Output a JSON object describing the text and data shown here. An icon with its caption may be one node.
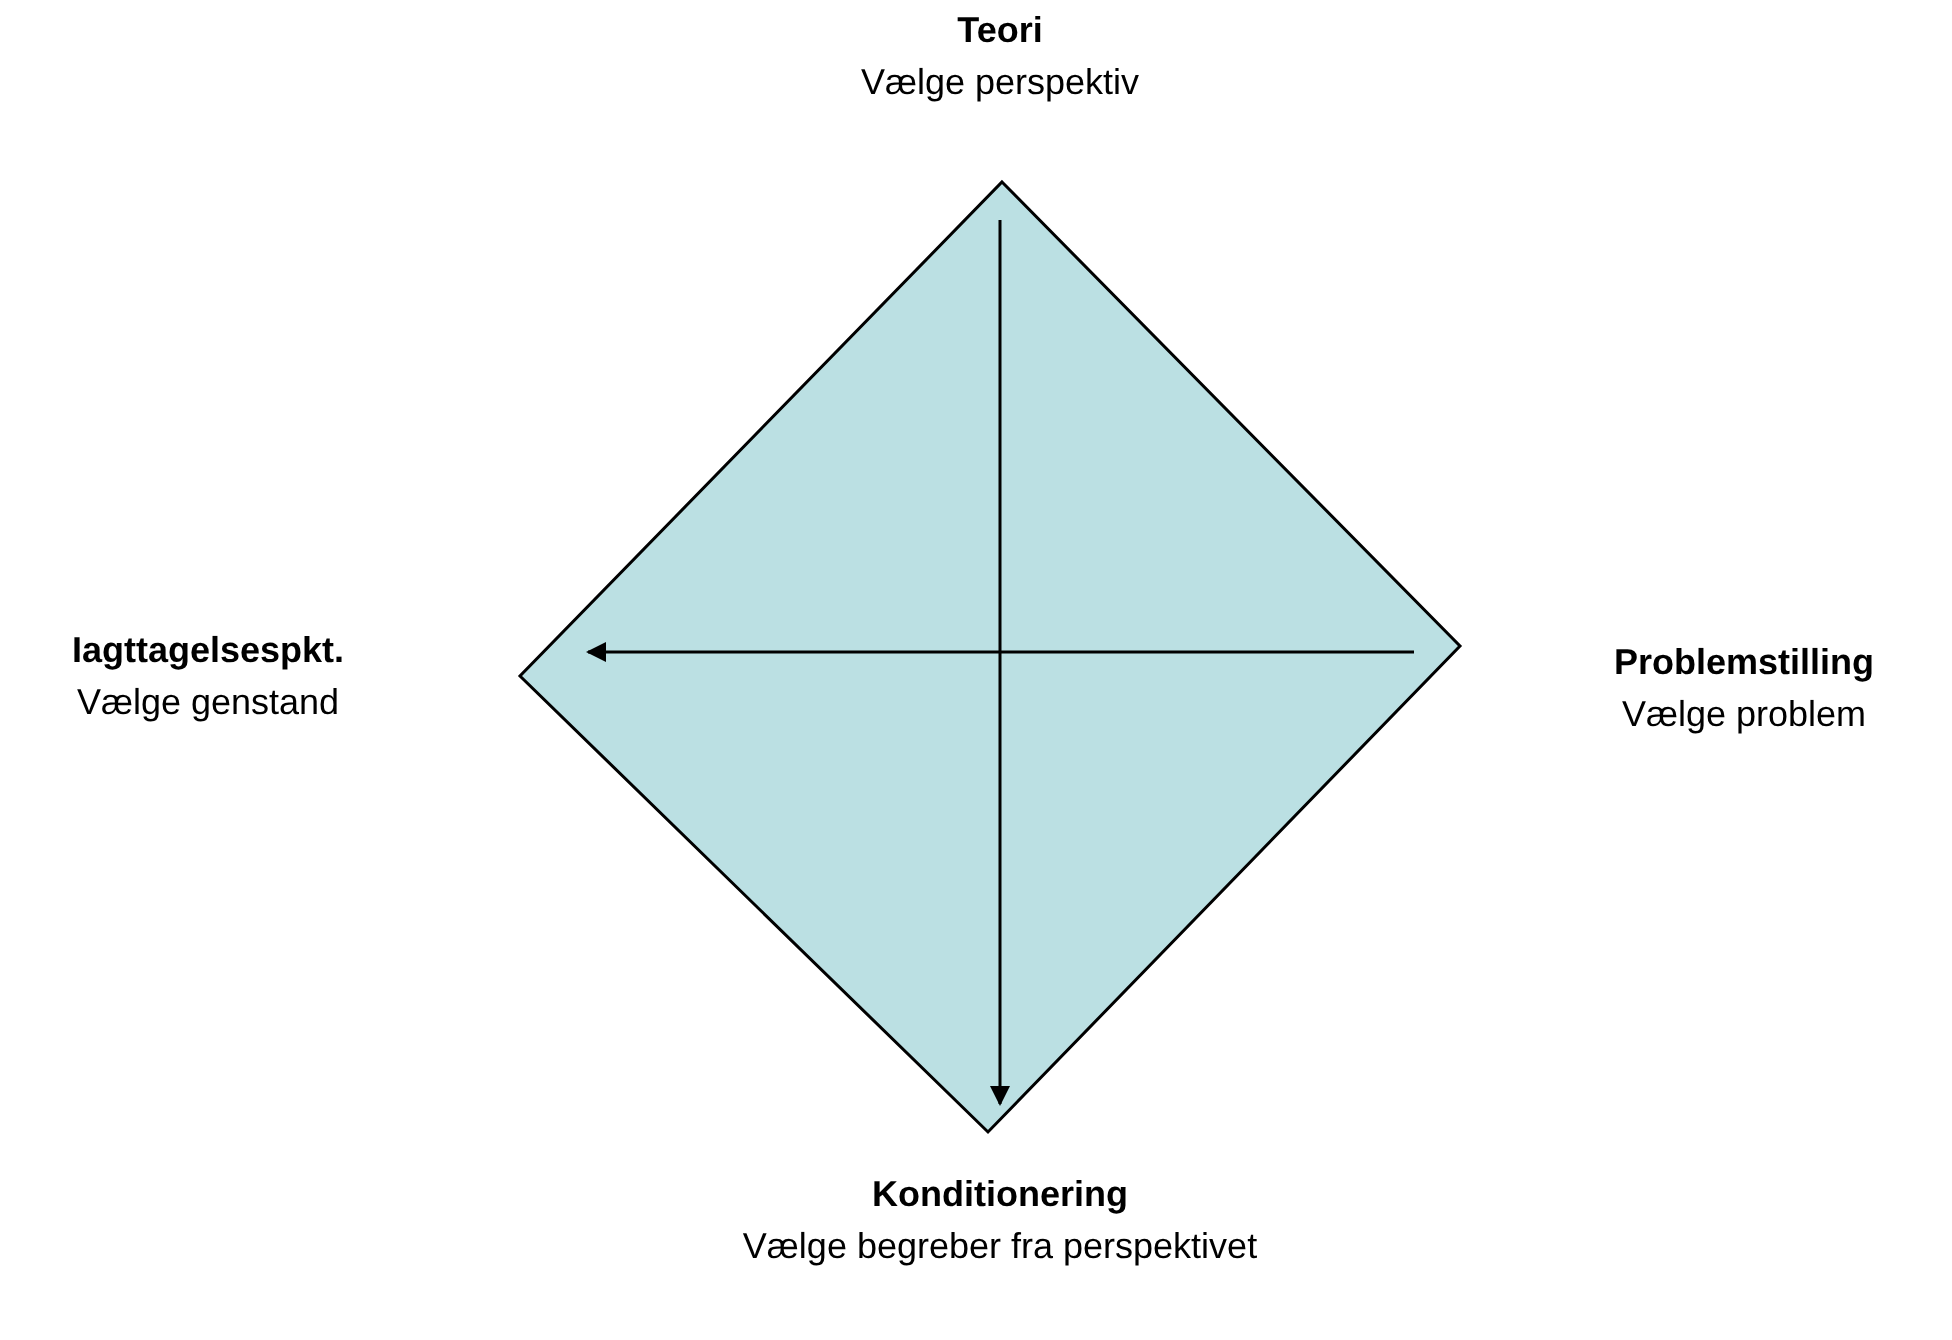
{
  "diagram": {
    "nodes": [
      {
        "text": [
          "Teori",
          "Vælge perspektiv"
        ]
      },
      {
        "text": [],
        "shape": "diamond"
      },
      {
        "text": [
          "Iagttagelsespkt.",
          "Vælge genstand"
        ]
      },
      {
        "text": [
          "Problemstilling",
          "Vælge problem"
        ]
      },
      {
        "text": [
          "Konditionering",
          "Vælge begreber fra perspektivet"
        ]
      }
    ]
  }
}
